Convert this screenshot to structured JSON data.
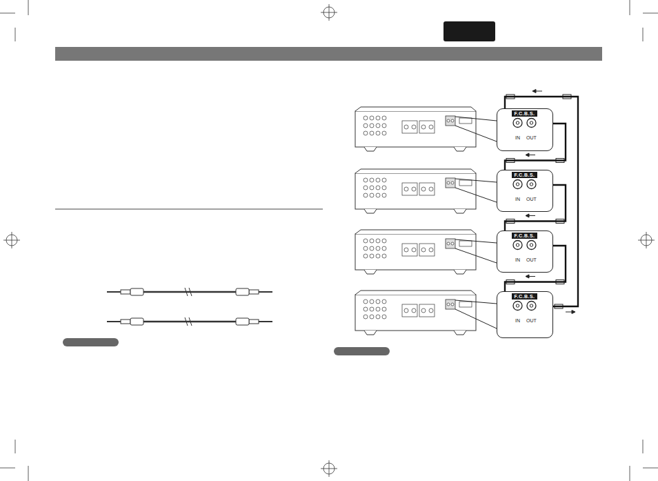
{
  "diagram": {
    "nodes": [
      {
        "text": [
          "F.C.B.S.",
          "IN",
          "OUT"
        ]
      },
      {
        "text": [
          "F.C.B.S.",
          "IN",
          "OUT"
        ]
      },
      {
        "text": [
          "F.C.B.S.",
          "IN",
          "OUT"
        ]
      },
      {
        "text": [
          "F.C.B.S.",
          "IN",
          "OUT"
        ]
      }
    ],
    "edges": [
      {
        "from": 0,
        "to": 1,
        "arrow": "none"
      },
      {
        "from": 1,
        "to": 2,
        "arrow": "none"
      },
      {
        "from": 2,
        "to": 3,
        "arrow": "none"
      },
      {
        "from": 3,
        "to": 0,
        "arrow": "none"
      }
    ]
  }
}
